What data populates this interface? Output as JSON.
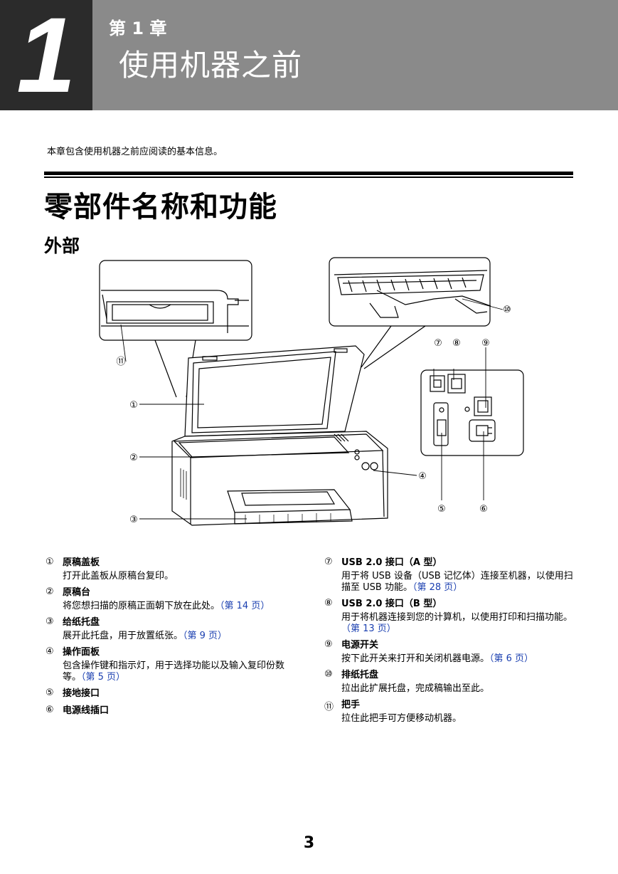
{
  "header": {
    "chapter_number": "1",
    "chapter_label": "第 1 章",
    "chapter_title": "使用机器之前"
  },
  "intro": "本章包含使用机器之前应阅读的基本信息。",
  "section_title": "零部件名称和功能",
  "subsection_title": "外部",
  "callouts": [
    "①",
    "②",
    "③",
    "④",
    "⑤",
    "⑥",
    "⑦",
    "⑧",
    "⑨",
    "⑩",
    "⑪"
  ],
  "parts_left": [
    {
      "num": "①",
      "name": "原稿盖板",
      "desc": "打开此盖板从原稿台复印。",
      "ref": ""
    },
    {
      "num": "②",
      "name": "原稿台",
      "desc": "将您想扫描的原稿正面朝下放在此处。",
      "ref": "（第 14 页）"
    },
    {
      "num": "③",
      "name": "给纸托盘",
      "desc": "展开此托盘，用于放置纸张。",
      "ref": "（第 9 页）"
    },
    {
      "num": "④",
      "name": "操作面板",
      "desc": "包含操作键和指示灯，用于选择功能以及输入复印份数等。",
      "ref": "（第 5 页）"
    },
    {
      "num": "⑤",
      "name": "接地接口",
      "desc": "",
      "ref": ""
    },
    {
      "num": "⑥",
      "name": "电源线插口",
      "desc": "",
      "ref": ""
    }
  ],
  "parts_right": [
    {
      "num": "⑦",
      "name": "USB 2.0 接口（A 型）",
      "desc": "用于将 USB 设备（USB 记忆体）连接至机器，以使用扫描至 USB 功能。",
      "ref": "（第 28 页）"
    },
    {
      "num": "⑧",
      "name": "USB 2.0 接口（B 型）",
      "desc": "用于将机器连接到您的计算机，以使用打印和扫描功能。",
      "ref": "（第 13 页）"
    },
    {
      "num": "⑨",
      "name": "电源开关",
      "desc": "按下此开关来打开和关闭机器电源。",
      "ref": "（第 6 页）"
    },
    {
      "num": "⑩",
      "name": "排纸托盘",
      "desc": "拉出此扩展托盘，完成稿输出至此。",
      "ref": ""
    },
    {
      "num": "⑪",
      "name": "把手",
      "desc": "拉住此把手可方便移动机器。",
      "ref": ""
    }
  ],
  "page_number": "3"
}
